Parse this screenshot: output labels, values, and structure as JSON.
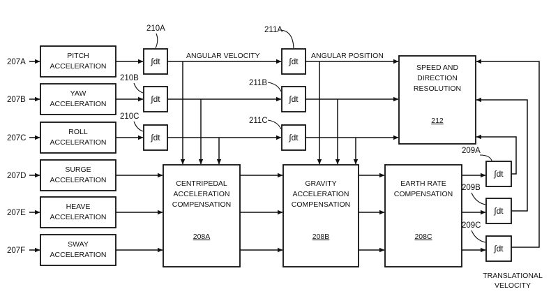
{
  "sensors": [
    {
      "ref": "207A",
      "line1": "PITCH",
      "line2": "ACCELERATION"
    },
    {
      "ref": "207B",
      "line1": "YAW",
      "line2": "ACCELERATION"
    },
    {
      "ref": "207C",
      "line1": "ROLL",
      "line2": "ACCELERATION"
    },
    {
      "ref": "207D",
      "line1": "SURGE",
      "line2": "ACCELERATION"
    },
    {
      "ref": "207E",
      "line1": "HEAVE",
      "line2": "ACCELERATION"
    },
    {
      "ref": "207F",
      "line1": "SWAY",
      "line2": "ACCELERATION"
    }
  ],
  "integrators": {
    "symbol": "∫dt",
    "first_stage": [
      "210A",
      "210B",
      "210C"
    ],
    "second_stage": [
      "211A",
      "211B",
      "211C"
    ],
    "translational": [
      "209A",
      "209B",
      "209C"
    ]
  },
  "signals": {
    "angular_velocity": "ANGULAR VELOCITY",
    "angular_position": "ANGULAR POSITION",
    "translational_line1": "TRANSLATIONAL",
    "translational_line2": "VELOCITY"
  },
  "blocks": {
    "centripetal": {
      "line1": "CENTRIPEDAL",
      "line2": "ACCELERATION",
      "line3": "COMPENSATION",
      "ref": "208A"
    },
    "gravity": {
      "line1": "GRAVITY",
      "line2": "ACCELERATION",
      "line3": "COMPENSATION",
      "ref": "208B"
    },
    "earth_rate": {
      "line1": "EARTH RATE",
      "line2": "COMPENSATION",
      "ref": "208C"
    },
    "speed_direction": {
      "line1": "SPEED AND",
      "line2": "DIRECTION",
      "line3": "RESOLUTION",
      "ref": "212"
    }
  }
}
